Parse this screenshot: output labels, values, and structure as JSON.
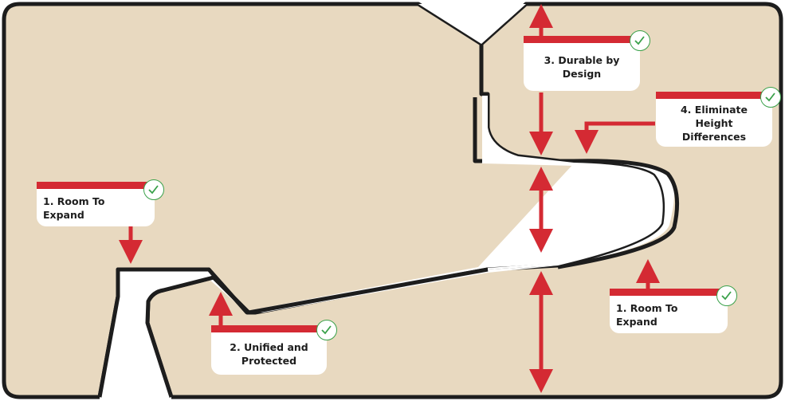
{
  "diagram": {
    "colors": {
      "background": "#e8d9c0",
      "outline": "#1d1d1d",
      "arrow": "#d42a33",
      "check": "#3aa14a",
      "card": "#ffffff"
    },
    "callouts": [
      {
        "id": "room-left",
        "label": "1.  Room To Expand",
        "icon": "check-icon"
      },
      {
        "id": "unified",
        "label": "2. Unified and Protected",
        "icon": "check-icon"
      },
      {
        "id": "durable",
        "label": "3. Durable by Design",
        "icon": "check-icon"
      },
      {
        "id": "eliminate",
        "label": "4. Eliminate Height Differences",
        "icon": "check-icon"
      },
      {
        "id": "room-right",
        "label": "1.  Room To Expand",
        "icon": "check-icon"
      }
    ]
  }
}
